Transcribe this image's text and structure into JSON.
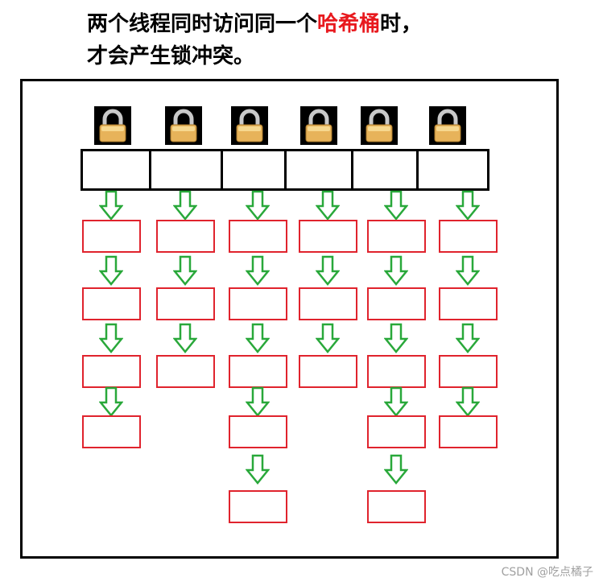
{
  "caption": {
    "line1_prefix": "两个线程同时访问同一个",
    "line1_highlight": "哈希桶",
    "line1_suffix": "时，",
    "line2": "才会产生锁冲突。"
  },
  "bucket_count": 6,
  "chains": [
    4,
    3,
    5,
    3,
    5,
    4
  ],
  "colors": {
    "node_border": "#e0232d",
    "arrow": "#29a83a",
    "highlight": "#e8191e",
    "lock_body": "#e7b35a"
  },
  "icons": {
    "lock": "lock-icon",
    "arrow": "down-arrow-icon"
  },
  "watermark": "CSDN @吃点橘子"
}
